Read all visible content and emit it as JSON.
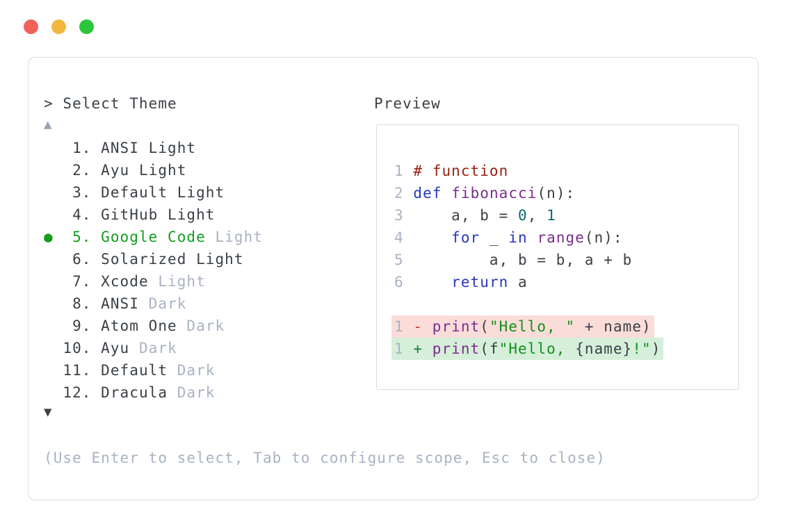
{
  "window": {
    "traffic_lights": [
      {
        "name": "close",
        "color": "#f2605a"
      },
      {
        "name": "minimize",
        "color": "#f4b73e"
      },
      {
        "name": "maximize",
        "color": "#2cc63c"
      }
    ]
  },
  "theme_picker": {
    "prompt": "> Select Theme",
    "scroll_up_icon": "▲",
    "scroll_down_icon": "▼",
    "selected_marker": "●",
    "items": [
      {
        "number": "1",
        "name": "ANSI Light",
        "suffix": "",
        "selected": false
      },
      {
        "number": "2",
        "name": "Ayu Light",
        "suffix": "",
        "selected": false
      },
      {
        "number": "3",
        "name": "Default Light",
        "suffix": "",
        "selected": false
      },
      {
        "number": "4",
        "name": "GitHub Light",
        "suffix": "",
        "selected": false
      },
      {
        "number": "5",
        "name": "Google Code",
        "suffix": "Light",
        "selected": true
      },
      {
        "number": "6",
        "name": "Solarized Light",
        "suffix": "",
        "selected": false
      },
      {
        "number": "7",
        "name": "Xcode",
        "suffix": "Light",
        "selected": false
      },
      {
        "number": "8",
        "name": "ANSI",
        "suffix": "Dark",
        "selected": false
      },
      {
        "number": "9",
        "name": "Atom One",
        "suffix": "Dark",
        "selected": false
      },
      {
        "number": "10",
        "name": "Ayu",
        "suffix": "Dark",
        "selected": false
      },
      {
        "number": "11",
        "name": "Default",
        "suffix": "Dark",
        "selected": false
      },
      {
        "number": "12",
        "name": "Dracula",
        "suffix": "Dark",
        "selected": false
      }
    ],
    "footer_hint": "(Use Enter to select, Tab to configure scope, Esc to close)"
  },
  "preview": {
    "title": "Preview",
    "code_lines": [
      {
        "number": "1",
        "segments": [
          {
            "text": "# function",
            "color": "comment"
          }
        ]
      },
      {
        "number": "2",
        "segments": [
          {
            "text": "def",
            "color": "keyword"
          },
          {
            "text": " ",
            "color": "plain"
          },
          {
            "text": "fibonacci",
            "color": "type"
          },
          {
            "text": "(n):",
            "color": "plain"
          }
        ]
      },
      {
        "number": "3",
        "segments": [
          {
            "text": "    a, b = ",
            "color": "plain"
          },
          {
            "text": "0",
            "color": "literal"
          },
          {
            "text": ", ",
            "color": "plain"
          },
          {
            "text": "1",
            "color": "literal"
          }
        ]
      },
      {
        "number": "4",
        "segments": [
          {
            "text": "    ",
            "color": "plain"
          },
          {
            "text": "for",
            "color": "keyword"
          },
          {
            "text": " _ ",
            "color": "plain"
          },
          {
            "text": "in",
            "color": "keyword"
          },
          {
            "text": " ",
            "color": "plain"
          },
          {
            "text": "range",
            "color": "type"
          },
          {
            "text": "(n):",
            "color": "plain"
          }
        ]
      },
      {
        "number": "5",
        "segments": [
          {
            "text": "        a, b = b, a + b",
            "color": "plain"
          }
        ]
      },
      {
        "number": "6",
        "segments": [
          {
            "text": "    ",
            "color": "plain"
          },
          {
            "text": "return",
            "color": "keyword"
          },
          {
            "text": " a",
            "color": "plain"
          }
        ]
      }
    ],
    "diff_lines": [
      {
        "number": "1",
        "sign": "-",
        "kind": "removed",
        "segments": [
          {
            "text": "print",
            "color": "type"
          },
          {
            "text": "(",
            "color": "plain"
          },
          {
            "text": "\"Hello, \"",
            "color": "string"
          },
          {
            "text": " + name)",
            "color": "plain"
          }
        ]
      },
      {
        "number": "1",
        "sign": "+",
        "kind": "added",
        "segments": [
          {
            "text": "print",
            "color": "type"
          },
          {
            "text": "(f",
            "color": "plain"
          },
          {
            "text": "\"Hello, ",
            "color": "string"
          },
          {
            "text": "{name}",
            "color": "plain"
          },
          {
            "text": "!\"",
            "color": "string"
          },
          {
            "text": ")",
            "color": "plain"
          }
        ]
      }
    ]
  },
  "colors": {
    "dark": "#3a4046",
    "dim": "#a9b3c2",
    "selected_green": "#119e1d",
    "plain": "#3a4046",
    "comment": "#992015",
    "keyword": "#2636bd",
    "type": "#7c2c8c",
    "literal": "#0c6b70",
    "string": "#12901a",
    "diff_minus": "#c23b30",
    "diff_plus": "#1e7c2a",
    "removed_bg": "#fadcd9",
    "added_bg": "#d5efda",
    "panel_border": "#d8dce3",
    "scroll_up": "#98a3b5",
    "traffic_red": "#f2605a",
    "traffic_yellow": "#f4b73e",
    "traffic_green": "#2cc63c"
  }
}
